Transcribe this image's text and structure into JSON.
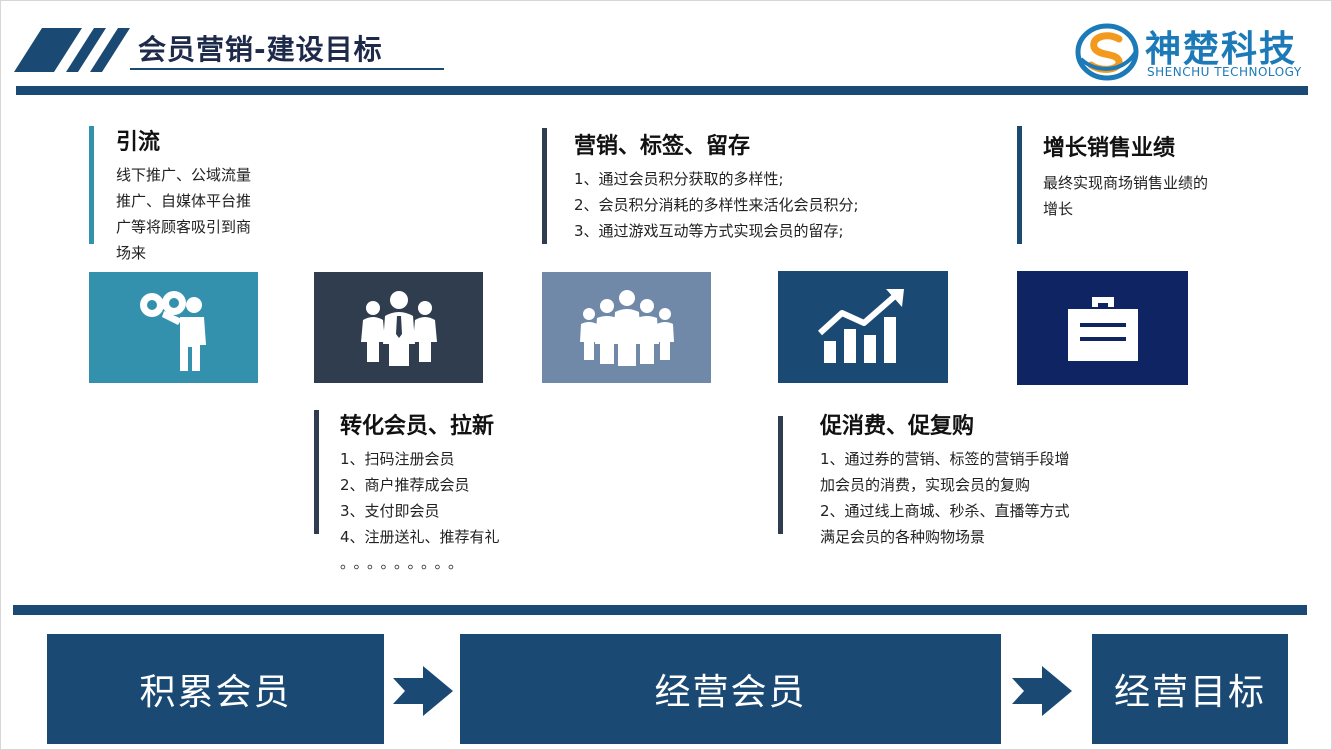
{
  "header": {
    "title": "会员营销-建设目标"
  },
  "logo": {
    "name_cn": "神楚科技",
    "name_en": "SHENCHU TECHNOLOGY"
  },
  "steps": [
    {
      "heading": "引流",
      "lines": [
        "线下推广、公域流量",
        "推广、自媒体平台推",
        "广等将顾客吸引到商",
        "场来"
      ],
      "icon": "binoculars-person-icon",
      "color": "#3391ae"
    },
    {
      "heading": "转化会员、拉新",
      "lines": [
        "1、扫码注册会员",
        "2、商户推荐成会员",
        "3、支付即会员",
        "4、注册送礼、推荐有礼"
      ],
      "trailing": "。。。。。。。。。",
      "icon": "team-icon",
      "color": "#2f3d4f"
    },
    {
      "heading": "营销、标签、留存",
      "lines": [
        "1、通过会员积分获取的多样性;",
        "2、会员积分消耗的多样性来活化会员积分;",
        "3、通过游戏互动等方式实现会员的留存;"
      ],
      "icon": "crowd-icon",
      "color": "#7189a8"
    },
    {
      "heading": "促消费、促复购",
      "lines": [
        "1、通过券的营销、标签的营销手段增",
        "加会员的消费，实现会员的复购",
        "2、通过线上商城、秒杀、直播等方式",
        "满足会员的各种购物场景"
      ],
      "icon": "growth-chart-icon",
      "color": "#1a4a73"
    },
    {
      "heading": "增长销售业绩",
      "lines": [
        "最终实现商场销售业绩的",
        "增长"
      ],
      "icon": "briefcase-icon",
      "color": "#0f2563"
    }
  ],
  "stages": [
    {
      "label": "积累会员"
    },
    {
      "label": "经营会员"
    },
    {
      "label": "经营目标"
    }
  ]
}
